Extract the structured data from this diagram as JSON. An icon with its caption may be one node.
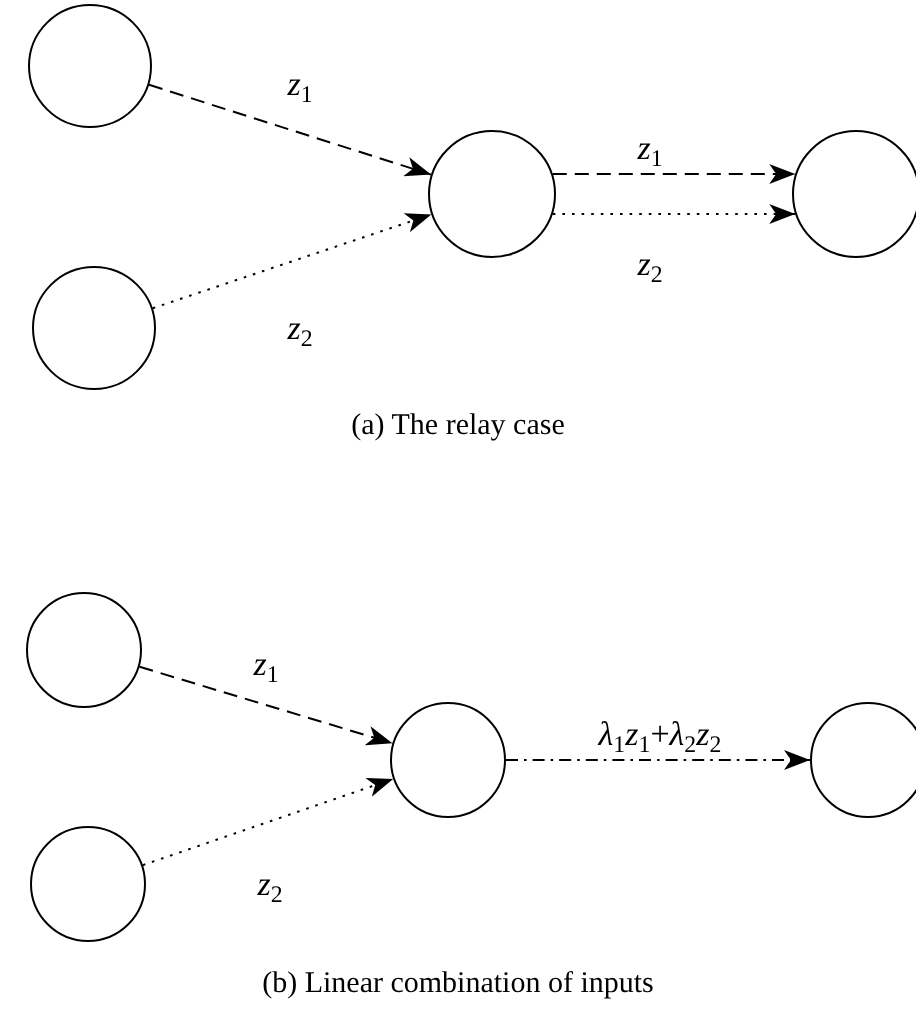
{
  "diagram": {
    "nodes": [
      {
        "text": [],
        "shape": "circle"
      },
      {
        "text": [],
        "shape": "circle"
      },
      {
        "text": [],
        "shape": "circle"
      },
      {
        "text": [],
        "shape": "circle"
      },
      {
        "text": [],
        "shape": "circle"
      },
      {
        "text": [],
        "shape": "circle"
      },
      {
        "text": [],
        "shape": "circle"
      },
      {
        "text": [],
        "shape": "circle"
      }
    ],
    "edges": [
      {
        "from": 0,
        "to": 2,
        "arrow": "to",
        "label": "*z*$_{1}$",
        "style": "dashed"
      },
      {
        "from": 1,
        "to": 2,
        "arrow": "to",
        "label": "*z*$_{2}$",
        "style": "dashed"
      },
      {
        "from": 2,
        "to": 3,
        "arrow": "to",
        "label": "*z*$_{1}$",
        "style": "dashed"
      },
      {
        "from": 2,
        "to": 3,
        "arrow": "to",
        "label": "*z*$_{2}$",
        "style": "dashed"
      },
      {
        "from": 4,
        "to": 6,
        "arrow": "to",
        "label": "*z*$_{1}$",
        "style": "dashed"
      },
      {
        "from": 5,
        "to": 6,
        "arrow": "to",
        "label": "*z*$_{2}$",
        "style": "dashed"
      },
      {
        "from": 6,
        "to": 7,
        "arrow": "to",
        "label": "*λ*$_{1}$*z*$_{1}$+*λ*$_{2}$*z*$_{2}$",
        "style": "dashed"
      }
    ],
    "labels": [
      "(a) The relay case",
      "(b) Linear combination of inputs"
    ]
  }
}
